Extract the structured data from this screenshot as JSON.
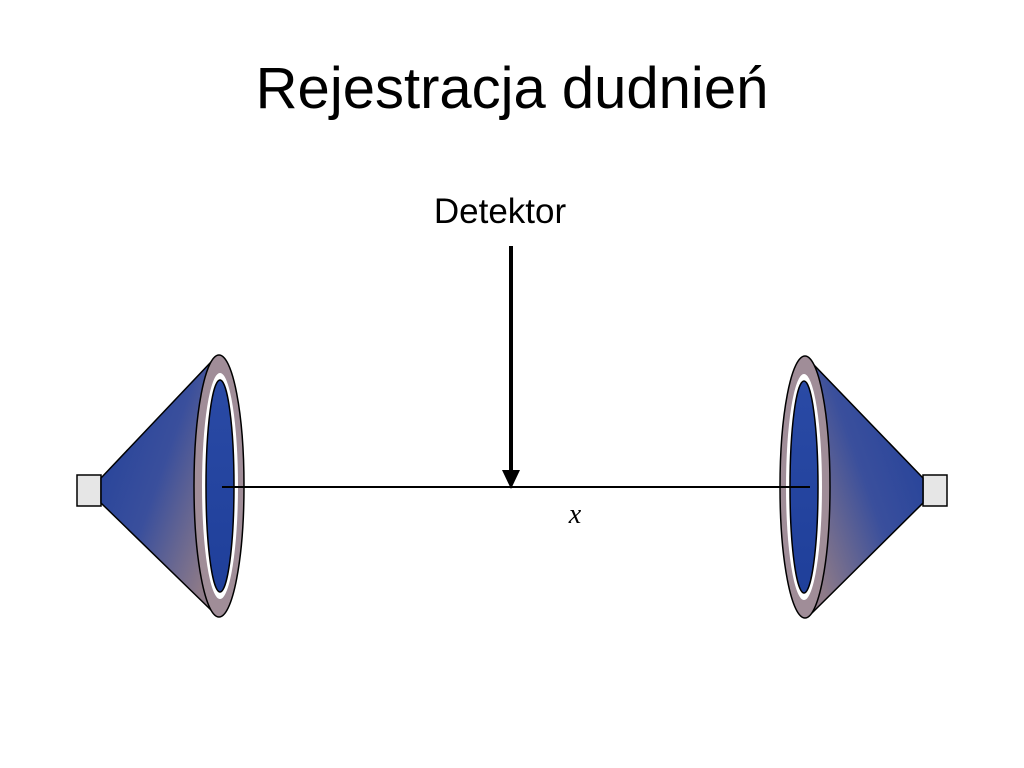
{
  "slide": {
    "title": "Rejestracja dudnień"
  },
  "diagram": {
    "detector_label": "Detektor",
    "axis_label": "x",
    "colors": {
      "cone_blue": "#1f3f9a",
      "cone_mauve": "#8d7a88",
      "rim": "#a08d98",
      "inner_blue": "#2a4aa5",
      "outline": "#000000",
      "driver_fill": "#e6e6e6"
    },
    "icons": {
      "left_source": "loudspeaker-icon",
      "right_source": "loudspeaker-icon",
      "detector": "down-arrow-icon"
    }
  }
}
